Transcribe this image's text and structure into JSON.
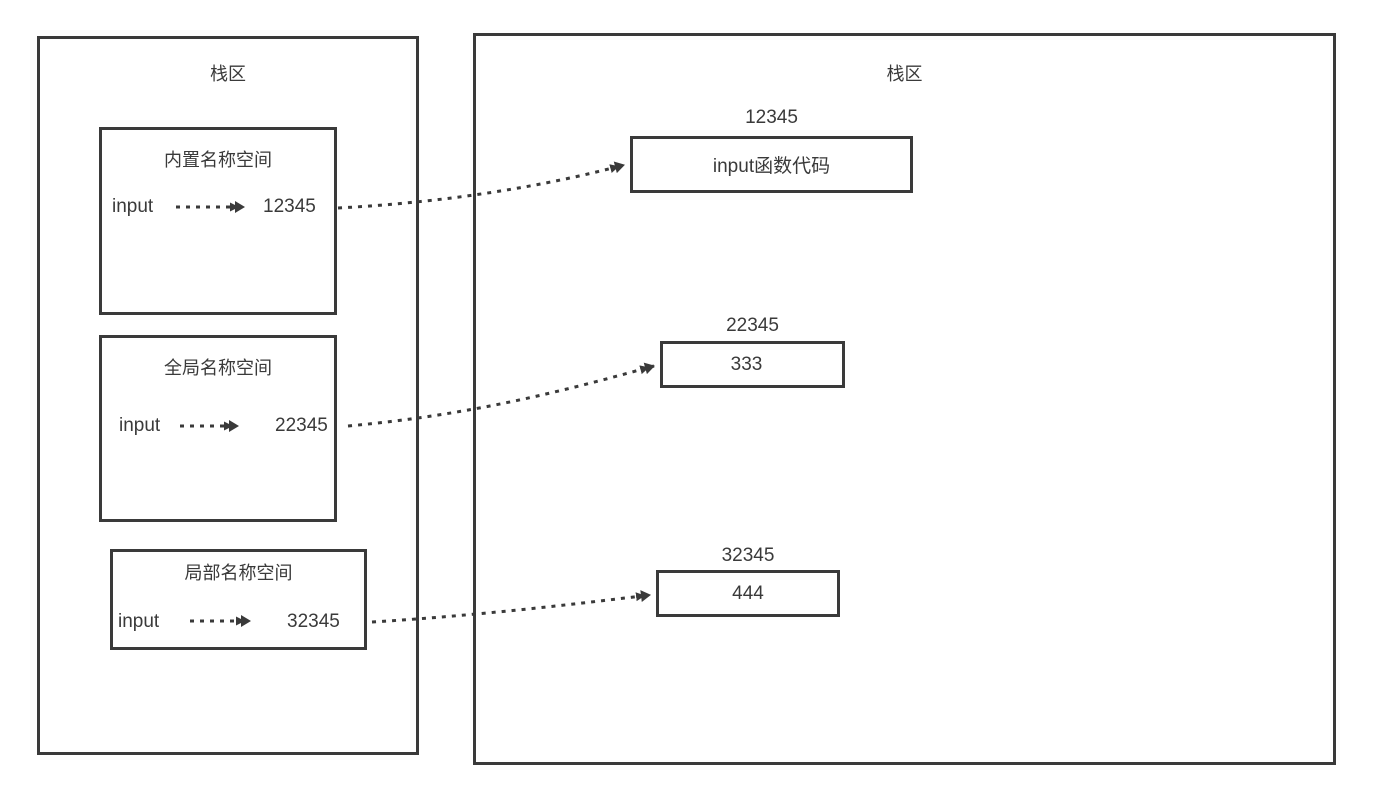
{
  "diagram": {
    "left_panel": {
      "title": "栈区",
      "namespaces": [
        {
          "title": "内置名称空间",
          "name": "input",
          "address": "12345"
        },
        {
          "title": "全局名称空间",
          "name": "input",
          "address": "22345"
        },
        {
          "title": "局部名称空间",
          "name": "input",
          "address": "32345"
        }
      ]
    },
    "right_panel": {
      "title": "栈区",
      "objects": [
        {
          "address": "12345",
          "value": "input函数代码"
        },
        {
          "address": "22345",
          "value": "333"
        },
        {
          "address": "32345",
          "value": "444"
        }
      ]
    },
    "colors": {
      "line": "#3a3a3a",
      "text": "#3a3a3a",
      "background": "#ffffff"
    }
  }
}
